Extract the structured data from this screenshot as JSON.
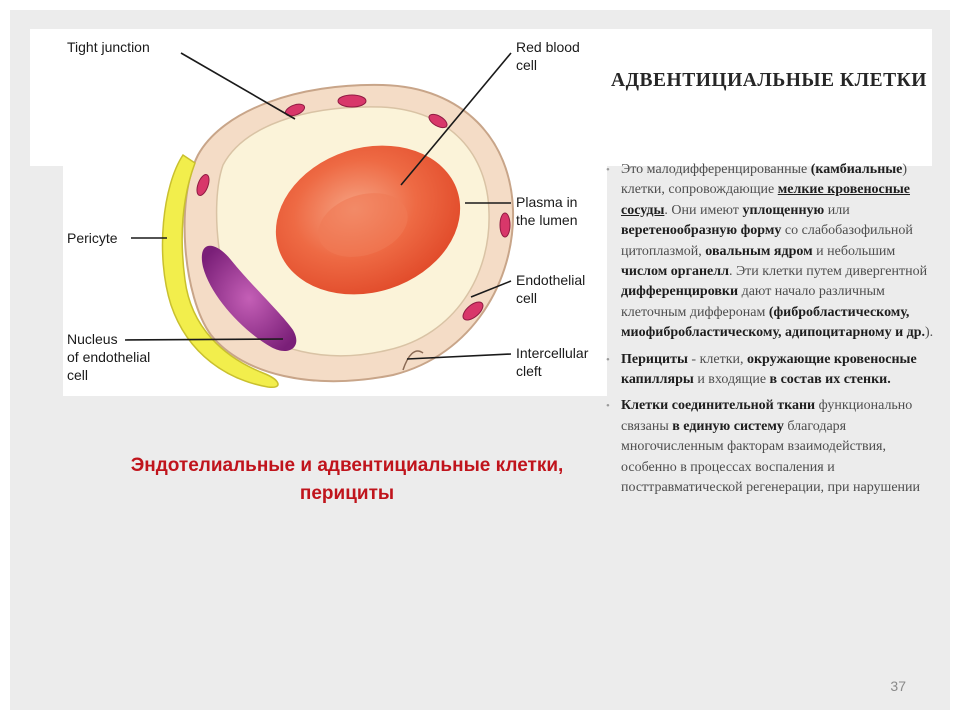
{
  "title": "АДВЕНТИЦИАЛЬНЫЕ КЛЕТКИ",
  "figure_labels": {
    "tight_junction": "Tight junction",
    "rbc_1": "Red blood",
    "rbc_2": "cell",
    "plasma_1": "Plasma in",
    "plasma_2": "the lumen",
    "pericyte": "Pericyte",
    "endo_1": "Endothelial",
    "endo_2": "cell",
    "nucleus_1": "Nucleus",
    "nucleus_2": "of endothelial",
    "nucleus_3": "cell",
    "cleft_1": "Intercellular",
    "cleft_2": "cleft"
  },
  "caption": "Эндотелиальные  и адвентициальные клетки, перициты",
  "body": {
    "p1": [
      {
        "t": "Это малодифференцированные ",
        "s": ""
      },
      {
        "t": "(камбиальные",
        "s": "b"
      },
      {
        "t": ") клетки, сопровождающие ",
        "s": ""
      },
      {
        "t": "мелкие кровеносные сосуды",
        "s": "b u"
      },
      {
        "t": ". Они имеют ",
        "s": ""
      },
      {
        "t": "уплощенную",
        "s": "b"
      },
      {
        "t": " или ",
        "s": ""
      },
      {
        "t": "веретенообразную форму",
        "s": "b"
      },
      {
        "t": " со слабобазофильной цитоплазмой, ",
        "s": ""
      },
      {
        "t": "овальным ядром",
        "s": "b"
      },
      {
        "t": " и небольшим ",
        "s": ""
      },
      {
        "t": "числом органелл",
        "s": "b"
      },
      {
        "t": ". Эти клетки путем дивергентной ",
        "s": ""
      },
      {
        "t": "дифференцировки",
        "s": "b"
      },
      {
        "t": " дают начало различным клеточным дифферонам ",
        "s": ""
      },
      {
        "t": "(фибробластическому, миофибробластическому, адипоцитарному и др.",
        "s": "b"
      },
      {
        "t": ").",
        "s": ""
      }
    ],
    "p2": [
      {
        "t": "Перициты",
        "s": "b"
      },
      {
        "t": " - клетки, ",
        "s": ""
      },
      {
        "t": "окружающие кровеносные капилляры",
        "s": "b"
      },
      {
        "t": " и входящие ",
        "s": ""
      },
      {
        "t": "в состав их стенки.",
        "s": "b"
      }
    ],
    "p3": [
      {
        "t": "Клетки соединительной ткани",
        "s": "b"
      },
      {
        "t": " функционально связаны ",
        "s": ""
      },
      {
        "t": "в единую систему",
        "s": "b"
      },
      {
        "t": " благодаря многочисленным факторам взаимодействия, особенно в процессах воспаления и посттравматической регенерации, при нарушении",
        "s": ""
      }
    ]
  },
  "page_number": "37",
  "colors": {
    "caption": "#c0141c",
    "pericyte": "#f2ee4c",
    "nucleus": "#8a2a86",
    "rbc": "#ef6a3e",
    "mitochondria": "#d8376a"
  }
}
